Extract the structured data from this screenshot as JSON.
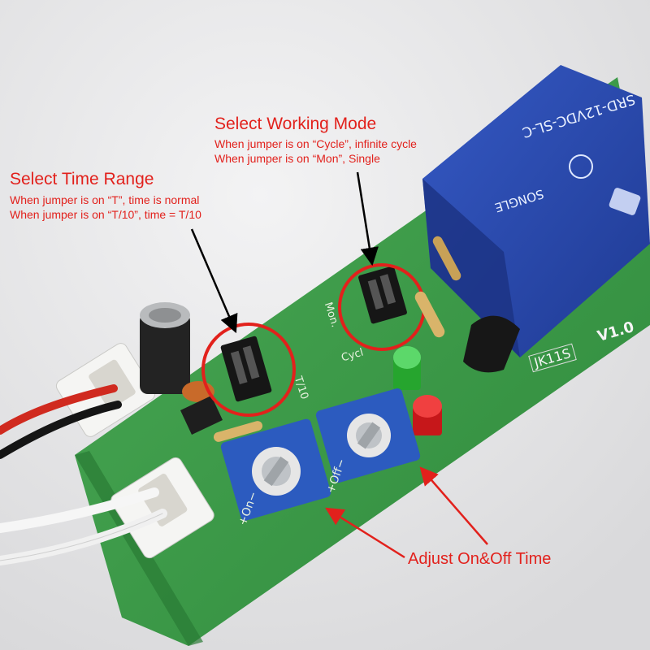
{
  "annotations": {
    "time_range": {
      "title": "Select Time Range",
      "line1": "When jumper is on “T”, time is normal",
      "line2": "When jumper is on “T/10”, time = T/10"
    },
    "working_mode": {
      "title": "Select Working Mode",
      "line1": "When jumper is on “Cycle”, infinite cycle",
      "line2": "When jumper is on “Mon”, Single"
    },
    "adjust": "Adjust On&Off Time"
  },
  "board_labels": {
    "model": "JK11S",
    "version": "V1.0",
    "mon": "Mon.",
    "cycl": "Cycl",
    "t10": "T/10",
    "on": "+On−",
    "off": "+Off−"
  },
  "relay": {
    "model": "SRD-12VDC-SL-C",
    "brand": "SONGLE"
  },
  "colors": {
    "annotation": "#e2211c",
    "pcb": "#3f9b4a",
    "relay": "#2747a8",
    "potentiometer": "#2c5bbf",
    "background": "#e9e9ea"
  }
}
